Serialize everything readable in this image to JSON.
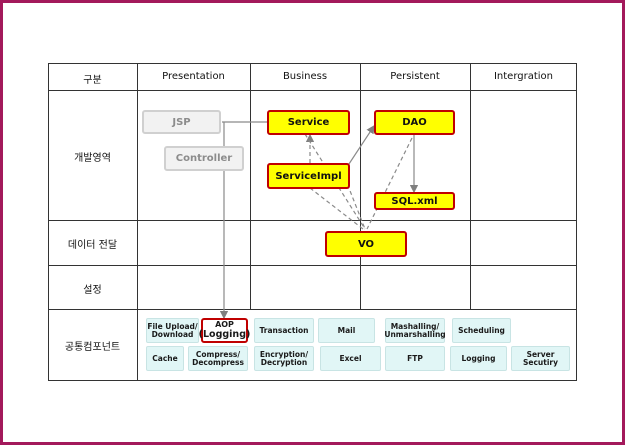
{
  "headers": [
    "구분",
    "Presentation",
    "Business",
    "Persistent",
    "Intergration"
  ],
  "rows": [
    "개발영역",
    "데이터 전달",
    "설정",
    "공통컴포넌트"
  ],
  "nodes": {
    "jsp": "JSP",
    "controller": "Controller",
    "service": "Service",
    "service_impl": "ServiceImpl",
    "dao": "DAO",
    "sql_xml": "SQL.xml",
    "vo": "VO"
  },
  "components": {
    "file_upload": [
      "File Upload/",
      "Download"
    ],
    "aop": [
      "AOP",
      "(Logging)"
    ],
    "transaction": "Transaction",
    "mail": "Mail",
    "mashalling": [
      "Mashalling/",
      "Unmarshalling"
    ],
    "scheduling": "Scheduling",
    "cache": "Cache",
    "compress": [
      "Compress/",
      "Decompress"
    ],
    "encryption": [
      "Encryption/",
      "Decryption"
    ],
    "excel": "Excel",
    "ftp": "FTP",
    "logging": "Logging",
    "server_security": [
      "Server",
      "Secutiry"
    ]
  }
}
